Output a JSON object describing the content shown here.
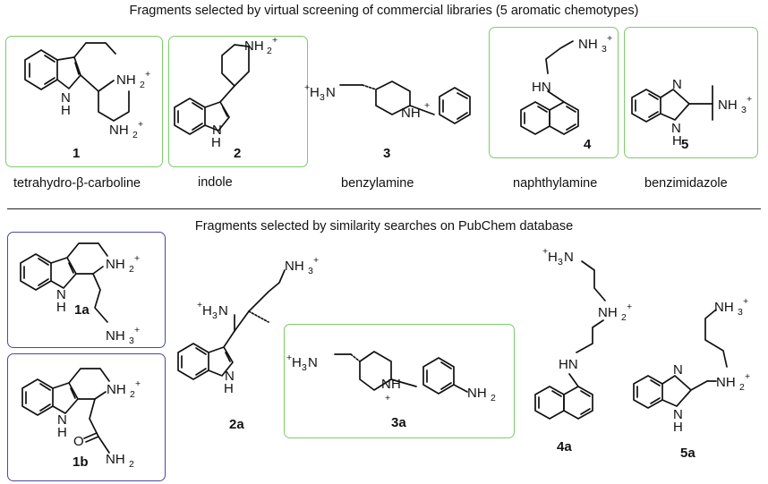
{
  "header_top": "Fragments selected by virtual screening of commercial libraries  (5 aromatic chemotypes)",
  "header_bottom": "Fragments selected by similarity searches on PubChem database",
  "colors": {
    "green_box": "#7ccc6c",
    "blue_box": "#4a4aa0"
  },
  "top_compounds": [
    {
      "number": "1",
      "caption": "tetrahydro-β-carboline"
    },
    {
      "number": "2",
      "caption": "indole"
    },
    {
      "number": "3",
      "caption": "benzylamine"
    },
    {
      "number": "4",
      "caption": "naphthylamine"
    },
    {
      "number": "5",
      "caption": "benzimidazole"
    }
  ],
  "bottom_compounds": [
    {
      "number": "1a"
    },
    {
      "number": "1b"
    },
    {
      "number": "2a"
    },
    {
      "number": "3a"
    },
    {
      "number": "4a"
    },
    {
      "number": "5a"
    }
  ],
  "atom_labels": {
    "n": "N",
    "h": "H",
    "nh": "NH",
    "hn": "HN",
    "o": "O",
    "nh2": "NH",
    "nh3": "NH",
    "h3n": "H",
    "h3n_n": "N",
    "sub2": "2",
    "sub3": "3",
    "plus": "+"
  }
}
